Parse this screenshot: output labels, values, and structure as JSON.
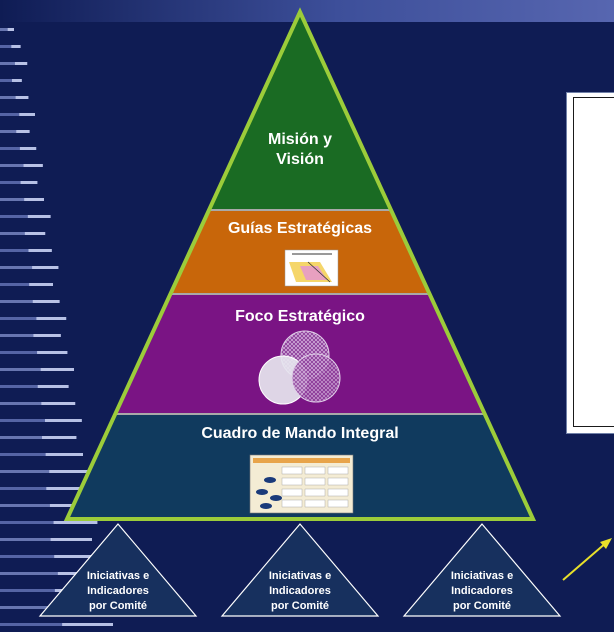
{
  "pyramid": {
    "layers": [
      {
        "label_line1": "Misión y",
        "label_line2": "Visión",
        "color": "#1a6b23"
      },
      {
        "label": "Guías Estratégicas",
        "color": "#c8660a"
      },
      {
        "label": "Foco Estratégico",
        "color": "#7a1484"
      },
      {
        "label": "Cuadro de Mando Integral",
        "color": "#103a5e"
      }
    ],
    "border_color": "#9ccc3a"
  },
  "base": {
    "items": [
      {
        "line1": "Iniciativas e",
        "line2": "Indicadores",
        "line3": "por Comité"
      },
      {
        "line1": "Iniciativas e",
        "line2": "Indicadores",
        "line3": "por Comité"
      },
      {
        "line1": "Iniciativas e",
        "line2": "Indicadores",
        "line3": "por Comité"
      }
    ]
  },
  "colors": {
    "background": "#0f1c54",
    "arrow": "#e8e02a"
  }
}
